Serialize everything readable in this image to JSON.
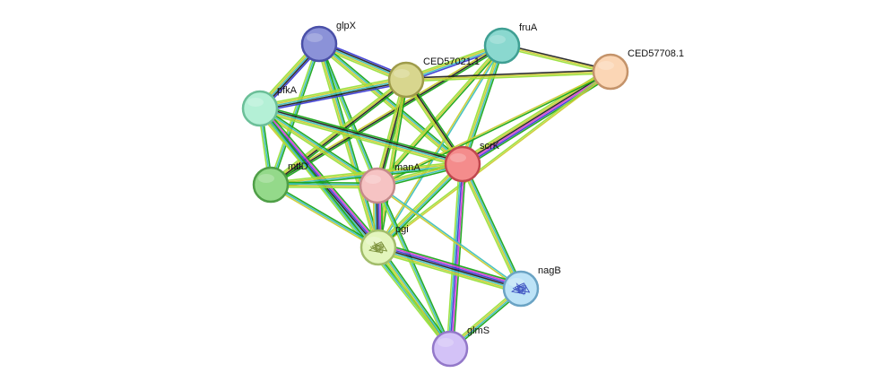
{
  "nodes": [
    {
      "id": "glpX",
      "label": "glpX",
      "color": "#8b92d8",
      "stroke": "#4a50a8"
    },
    {
      "id": "fruA",
      "label": "fruA",
      "color": "#8ad8cf",
      "stroke": "#3f9f93"
    },
    {
      "id": "CED57021.1",
      "label": "CED57021.1",
      "color": "#d8d68e",
      "stroke": "#9e9b4a"
    },
    {
      "id": "CED57708.1",
      "label": "CED57708.1",
      "color": "#fbd6b5",
      "stroke": "#c4936a"
    },
    {
      "id": "pfkA",
      "label": "pfkA",
      "color": "#b4f0d6",
      "stroke": "#6bbf98"
    },
    {
      "id": "scrK",
      "label": "scrK",
      "color": "#f48c8c",
      "stroke": "#c0484e"
    },
    {
      "id": "mtlD",
      "label": "mtlD",
      "color": "#94d98a",
      "stroke": "#4f9e47"
    },
    {
      "id": "manA",
      "label": "manA",
      "color": "#f6c3c3",
      "stroke": "#c48a8a"
    },
    {
      "id": "pgi",
      "label": "pgi",
      "color": "#e3f5bd",
      "stroke": "#a2bd6b",
      "icon": "protein-structure"
    },
    {
      "id": "nagB",
      "label": "nagB",
      "color": "#bde3f7",
      "stroke": "#6aa3c4",
      "icon": "protein-structure"
    },
    {
      "id": "glmS",
      "label": "glmS",
      "color": "#d3c2f7",
      "stroke": "#9378c9"
    }
  ],
  "edges": [
    {
      "source": "glpX",
      "target": "CED57021.1",
      "colors": [
        "#3d3dd6",
        "#222222",
        "#3fbfbf",
        "#cccc33",
        "#9ae03c"
      ]
    },
    {
      "source": "glpX",
      "target": "pfkA",
      "colors": [
        "#3d3dd6",
        "#222222",
        "#3fbfbf",
        "#cccc33",
        "#9ae03c"
      ]
    },
    {
      "source": "glpX",
      "target": "scrK",
      "colors": [
        "#1aa61a",
        "#3fbfbf",
        "#cccc33",
        "#9ae03c"
      ]
    },
    {
      "source": "glpX",
      "target": "mtlD",
      "colors": [
        "#1aa61a",
        "#3fbfbf",
        "#9ae03c"
      ]
    },
    {
      "source": "glpX",
      "target": "manA",
      "colors": [
        "#1aa61a",
        "#3fbfbf",
        "#9ae03c"
      ]
    },
    {
      "source": "glpX",
      "target": "pgi",
      "colors": [
        "#1aa61a",
        "#3fbfbf",
        "#cccc33",
        "#9ae03c"
      ]
    },
    {
      "source": "fruA",
      "target": "CED57021.1",
      "colors": [
        "#3d3dd6",
        "#3fbfbf",
        "#cccc33",
        "#9ae03c"
      ]
    },
    {
      "source": "fruA",
      "target": "CED57708.1",
      "colors": [
        "#222222",
        "#cccc33",
        "#9ae03c"
      ]
    },
    {
      "source": "fruA",
      "target": "scrK",
      "colors": [
        "#1aa61a",
        "#3fbfbf",
        "#cccc33",
        "#9ae03c"
      ]
    },
    {
      "source": "fruA",
      "target": "manA",
      "colors": [
        "#1aa61a",
        "#cccc33",
        "#9ae03c"
      ]
    },
    {
      "source": "fruA",
      "target": "pgi",
      "colors": [
        "#3fbfbf",
        "#cccc33"
      ]
    },
    {
      "source": "fruA",
      "target": "mtlD",
      "colors": [
        "#1aa61a",
        "#222222",
        "#cccc33"
      ]
    },
    {
      "source": "CED57021.1",
      "target": "CED57708.1",
      "colors": [
        "#222222",
        "#cccc33",
        "#9ae03c"
      ]
    },
    {
      "source": "CED57021.1",
      "target": "pfkA",
      "colors": [
        "#3d3dd6",
        "#222222",
        "#3fbfbf",
        "#cccc33",
        "#9ae03c"
      ]
    },
    {
      "source": "CED57021.1",
      "target": "scrK",
      "colors": [
        "#1aa61a",
        "#222222",
        "#cccc33",
        "#9ae03c"
      ]
    },
    {
      "source": "CED57021.1",
      "target": "mtlD",
      "colors": [
        "#1aa61a",
        "#222222",
        "#cccc33",
        "#9ae03c"
      ]
    },
    {
      "source": "CED57021.1",
      "target": "manA",
      "colors": [
        "#1aa61a",
        "#222222",
        "#cccc33",
        "#9ae03c"
      ]
    },
    {
      "source": "CED57021.1",
      "target": "pgi",
      "colors": [
        "#1aa61a",
        "#cccc33",
        "#9ae03c"
      ]
    },
    {
      "source": "CED57708.1",
      "target": "scrK",
      "colors": [
        "#1aa61a",
        "#3d3dd6",
        "#d63dd6",
        "#222222",
        "#cccc33",
        "#9ae03c"
      ]
    },
    {
      "source": "CED57708.1",
      "target": "manA",
      "colors": [
        "#1aa61a",
        "#cccc33"
      ]
    },
    {
      "source": "CED57708.1",
      "target": "pgi",
      "colors": [
        "#cccc33",
        "#9ae03c"
      ]
    },
    {
      "source": "pfkA",
      "target": "scrK",
      "colors": [
        "#1aa61a",
        "#222222",
        "#3fbfbf",
        "#cccc33",
        "#9ae03c"
      ]
    },
    {
      "source": "pfkA",
      "target": "mtlD",
      "colors": [
        "#1aa61a",
        "#3fbfbf",
        "#9ae03c"
      ]
    },
    {
      "source": "pfkA",
      "target": "manA",
      "colors": [
        "#1aa61a",
        "#3fbfbf",
        "#cccc33",
        "#9ae03c"
      ]
    },
    {
      "source": "pfkA",
      "target": "pgi",
      "colors": [
        "#1aa61a",
        "#d63dd6",
        "#3d3dd6",
        "#222222",
        "#3fbfbf",
        "#cccc33"
      ]
    },
    {
      "source": "pfkA",
      "target": "glmS",
      "colors": [
        "#1aa61a",
        "#3fbfbf",
        "#9ae03c"
      ]
    },
    {
      "source": "scrK",
      "target": "mtlD",
      "colors": [
        "#1aa61a",
        "#3fbfbf",
        "#cccc33",
        "#9ae03c"
      ]
    },
    {
      "source": "scrK",
      "target": "manA",
      "colors": [
        "#1aa61a",
        "#3fbfbf",
        "#cccc33",
        "#9ae03c"
      ]
    },
    {
      "source": "scrK",
      "target": "pgi",
      "colors": [
        "#1aa61a",
        "#3fbfbf",
        "#cccc33",
        "#9ae03c"
      ]
    },
    {
      "source": "scrK",
      "target": "nagB",
      "colors": [
        "#1aa61a",
        "#3fbfbf",
        "#cccc33",
        "#9ae03c"
      ]
    },
    {
      "source": "scrK",
      "target": "glmS",
      "colors": [
        "#1aa61a",
        "#d63dd6",
        "#3d3dd6",
        "#3fbfbf",
        "#9ae03c"
      ]
    },
    {
      "source": "mtlD",
      "target": "manA",
      "colors": [
        "#1aa61a",
        "#3fbfbf",
        "#cccc33",
        "#9ae03c"
      ]
    },
    {
      "source": "mtlD",
      "target": "pgi",
      "colors": [
        "#1aa61a",
        "#3fbfbf",
        "#cccc33"
      ]
    },
    {
      "source": "manA",
      "target": "pgi",
      "colors": [
        "#1aa61a",
        "#d63dd6",
        "#3d3dd6",
        "#222222",
        "#3fbfbf",
        "#cccc33"
      ]
    },
    {
      "source": "manA",
      "target": "nagB",
      "colors": [
        "#3fbfbf",
        "#cccc33"
      ]
    },
    {
      "source": "manA",
      "target": "glmS",
      "colors": [
        "#1aa61a",
        "#3fbfbf",
        "#9ae03c"
      ]
    },
    {
      "source": "pgi",
      "target": "nagB",
      "colors": [
        "#1aa61a",
        "#d63dd6",
        "#3d3dd6",
        "#222222",
        "#3fbfbf",
        "#cccc33",
        "#9ae03c"
      ]
    },
    {
      "source": "pgi",
      "target": "glmS",
      "colors": [
        "#1aa61a",
        "#3fbfbf",
        "#cccc33",
        "#9ae03c"
      ]
    },
    {
      "source": "nagB",
      "target": "glmS",
      "colors": [
        "#1aa61a",
        "#3fbfbf",
        "#cccc33",
        "#9ae03c"
      ]
    }
  ]
}
